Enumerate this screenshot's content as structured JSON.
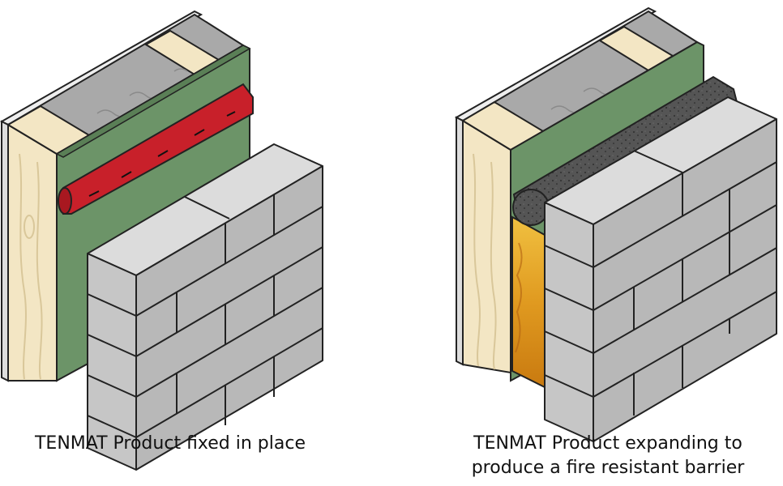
{
  "captions": {
    "left": "TENMAT Product fixed in place",
    "right_line1": "TENMAT Product expanding to",
    "right_line2": "produce a fire resistant barrier"
  },
  "colors": {
    "outline": "#222222",
    "timber": "#f3e6c4",
    "timber_grain": "#d9c79a",
    "insulation": "#a9a9a9",
    "membrane": "#6c9468",
    "brick": "#c6c6c6",
    "product_red": "#c8202a",
    "product_expanded": "#4a4a4a",
    "fire": "#e0a020"
  },
  "icons": {
    "left_product": "intumescent-strip",
    "right_product": "expanded-intumescent-strip"
  }
}
